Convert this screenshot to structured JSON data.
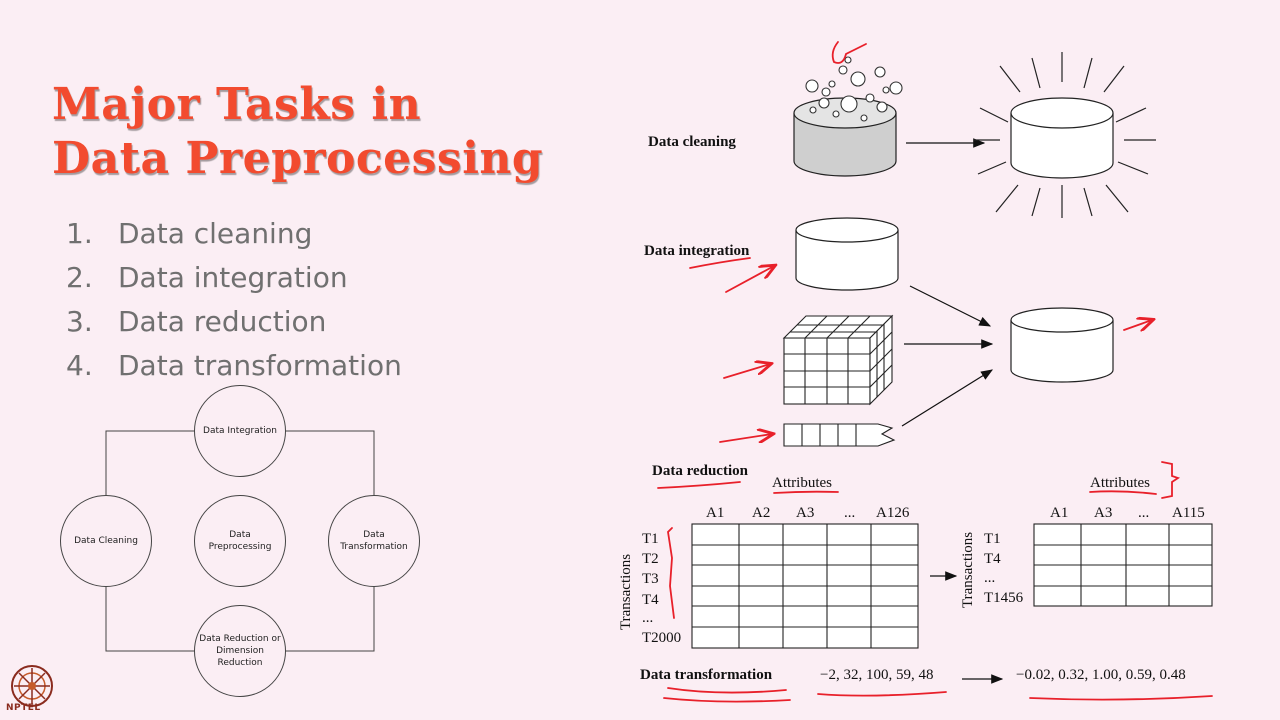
{
  "slide": {
    "title_line1": "Major Tasks in",
    "title_line2": "Data Preprocessing",
    "tasks": [
      {
        "num": "1.",
        "label": "Data cleaning"
      },
      {
        "num": "2.",
        "label": "Data integration"
      },
      {
        "num": "3.",
        "label": "Data reduction"
      },
      {
        "num": "4.",
        "label": "Data transformation"
      }
    ]
  },
  "cycle_diagram": {
    "top": "Data Integration",
    "left": "Data Cleaning",
    "center": "Data Preprocessing",
    "right": "Data Transformation",
    "bottom": "Data Reduction or Dimension Reduction"
  },
  "figure": {
    "cleaning_label": "Data cleaning",
    "integration_label": "Data integration",
    "reduction_label": "Data reduction",
    "transformation_label": "Data transformation",
    "attributes_left": "Attributes",
    "attributes_right": "Attributes",
    "left_cols": [
      "A1",
      "A2",
      "A3",
      "...",
      "A126"
    ],
    "left_rows": [
      "T1",
      "T2",
      "T3",
      "T4",
      "...",
      "T2000"
    ],
    "right_cols": [
      "A1",
      "A3",
      "...",
      "A115"
    ],
    "right_rows": [
      "T1",
      "T4",
      "...",
      "T1456"
    ],
    "transactions_left": "Transactions",
    "transactions_right": "Transactions",
    "transform_before": "−2, 32, 100, 59, 48",
    "transform_after": "−0.02, 0.32, 1.00, 0.59, 0.48"
  },
  "logo_text": "NPTEL",
  "colors": {
    "title": "#f24b2f",
    "annotation": "#e8202a",
    "background": "#fbeef4"
  }
}
